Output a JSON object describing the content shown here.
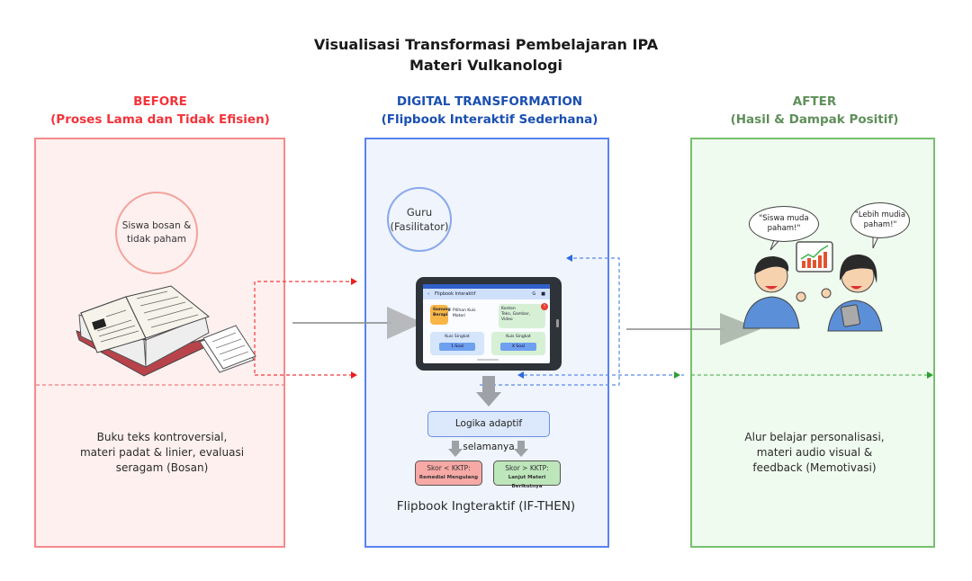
{
  "title": {
    "line1": "Visualisasi Transformasi Pembelajaran IPA",
    "line2": "Materi Vulkanologi"
  },
  "columns": {
    "before": {
      "heading": "BEFORE",
      "subheading": "(Proses Lama dan Tidak Efisien)",
      "circle_line1": "Siswa bosan &",
      "circle_line2": "tidak paham",
      "desc_line1": "Buku teks kontroversial,",
      "desc_line2": "materi padat & linier, evaluasi",
      "desc_line3": "seragam (Bosan)",
      "illustration": "open-book-and-papers-icon",
      "color": "#f2333a"
    },
    "digital": {
      "heading": "DIGITAL TRANSFORMATION",
      "subheading": "(Flipbook Interaktif Sederhana)",
      "circle_line1": "Guru",
      "circle_line2": "(Fasilitator)",
      "tablet": {
        "appbar_title": "Flipbook Interaktif",
        "card_orange": "Gunung Berapi",
        "card_text": "Pilihan Kuis Materi",
        "card_green_title": "Konten",
        "card_green_body": "Teks, Gambar, Video",
        "badge": "!",
        "card_blue_title": "Kuis Singkat",
        "card_blue_button": "1-Soal",
        "card_green2_title": "Kuis Singkat",
        "card_green2_button": "X Soal"
      },
      "logic_box": "Logika adaptif selamanya",
      "cond_low_title": "Skor < KKTP:",
      "cond_low_sub": "Remedial Mengulang",
      "cond_high_title": "Skor > KKTP:",
      "cond_high_sub": "Lanjut Materi Berikutnya",
      "caption": "Flipbook Ingteraktif (IF-THEN)",
      "color": "#1a4fb0"
    },
    "after": {
      "heading": "AFTER",
      "subheading": "(Hasil & Dampak Positif)",
      "bubble1_line1": "\"Siswa muda",
      "bubble1_line2": "paham!\"",
      "bubble2_line1": "\"Lebih mudia",
      "bubble2_line2": "paham!\"",
      "illustration": "students-with-growth-chart-icon",
      "desc_line1": "Alur belajar personalisasi,",
      "desc_line2": "materi audio visual &",
      "desc_line3": "feedback (Memotivasi)",
      "color": "#5f8f5a"
    }
  }
}
